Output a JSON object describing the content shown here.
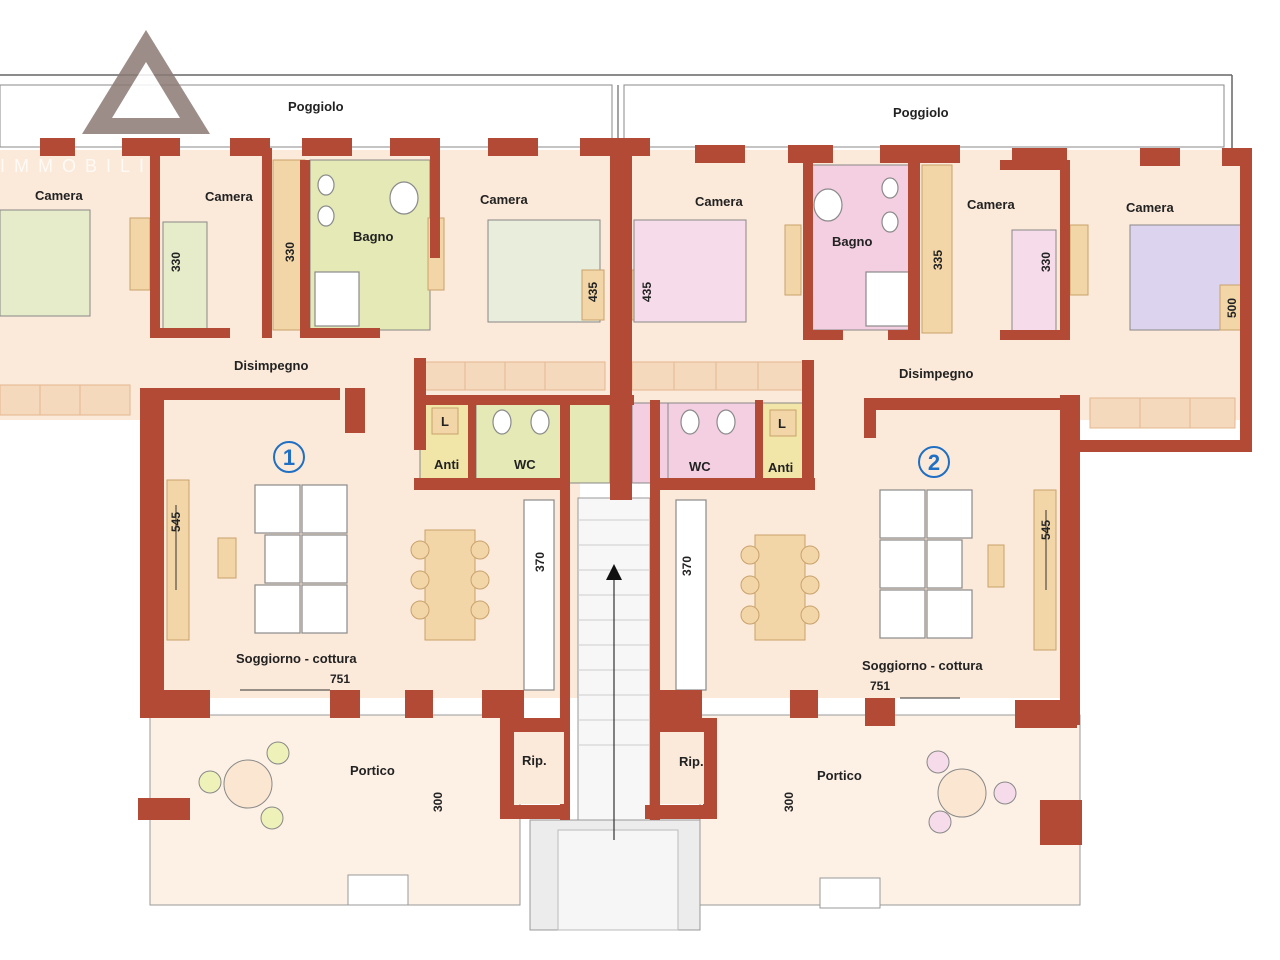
{
  "watermark": {
    "brand": "IMMOBILI"
  },
  "units": [
    {
      "number": "1",
      "color": "#1f6fc4"
    },
    {
      "number": "2",
      "color": "#1f6fc4"
    }
  ],
  "labels": {
    "poggiolo_left": "Poggiolo",
    "poggiolo_right": "Poggiolo",
    "camera_1a": "Camera",
    "camera_1b": "Camera",
    "camera_1c": "Camera",
    "bagno_1": "Bagno",
    "camera_2a": "Camera",
    "bagno_2": "Bagno",
    "camera_2b": "Camera",
    "camera_2c": "Camera",
    "disimpegno_1": "Disimpegno",
    "disimpegno_2": "Disimpegno",
    "l_1": "L",
    "anti_1": "Anti",
    "wc_1": "WC",
    "wc_2": "WC",
    "l_2": "L",
    "anti_2": "Anti",
    "soggiorno_1": "Soggiorno - cottura",
    "soggiorno_2": "Soggiorno - cottura",
    "rip_1": "Rip.",
    "rip_2": "Rip.",
    "portico_1": "Portico",
    "portico_2": "Portico"
  },
  "dimensions": {
    "d330_a": "330",
    "d330_b": "330",
    "d435_a": "435",
    "d435_b": "435",
    "d335": "335",
    "d330_c": "330",
    "d500": "500",
    "d545_a": "545",
    "d545_b": "545",
    "d370_a": "370",
    "d370_b": "370",
    "d751_a": "751",
    "d751_b": "751",
    "d300_a": "300",
    "d300_b": "300"
  },
  "colors": {
    "wall": "#b24a36",
    "floor": "#fbe9d9",
    "bed_green": "#e6ecc9",
    "bed_pink": "#f6dcea",
    "bed_lilac": "#dcd4ee",
    "bath_green": "#e4e9b5",
    "bath_pink": "#f4cfe2"
  }
}
